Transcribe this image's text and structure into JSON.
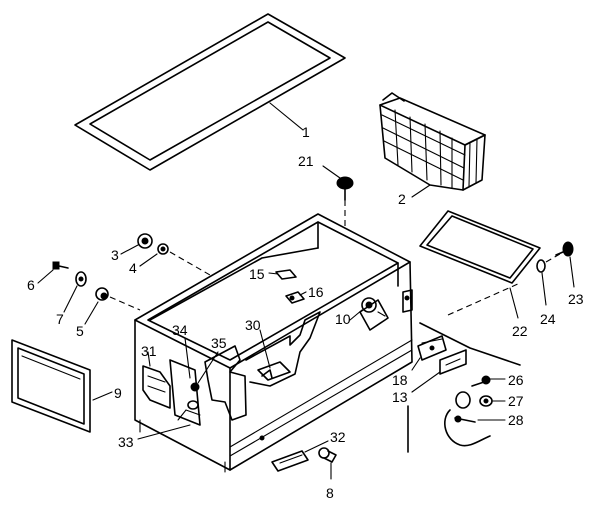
{
  "labels": [
    {
      "id": "p1",
      "text": "1"
    },
    {
      "id": "p21",
      "text": "21"
    },
    {
      "id": "p2",
      "text": "2"
    },
    {
      "id": "p3",
      "text": "3"
    },
    {
      "id": "p4",
      "text": "4"
    },
    {
      "id": "p6",
      "text": "6"
    },
    {
      "id": "p7",
      "text": "7"
    },
    {
      "id": "p5",
      "text": "5"
    },
    {
      "id": "p15",
      "text": "15"
    },
    {
      "id": "p16",
      "text": "16"
    },
    {
      "id": "p10",
      "text": "10"
    },
    {
      "id": "p22",
      "text": "22"
    },
    {
      "id": "p24",
      "text": "24"
    },
    {
      "id": "p23",
      "text": "23"
    },
    {
      "id": "p34",
      "text": "34"
    },
    {
      "id": "p35",
      "text": "35"
    },
    {
      "id": "p30",
      "text": "30"
    },
    {
      "id": "p31",
      "text": "31"
    },
    {
      "id": "p9",
      "text": "9"
    },
    {
      "id": "p33",
      "text": "33"
    },
    {
      "id": "p18",
      "text": "18"
    },
    {
      "id": "p13",
      "text": "13"
    },
    {
      "id": "p26",
      "text": "26"
    },
    {
      "id": "p27",
      "text": "27"
    },
    {
      "id": "p28",
      "text": "28"
    },
    {
      "id": "p32",
      "text": "32"
    },
    {
      "id": "p8",
      "text": "8"
    }
  ]
}
